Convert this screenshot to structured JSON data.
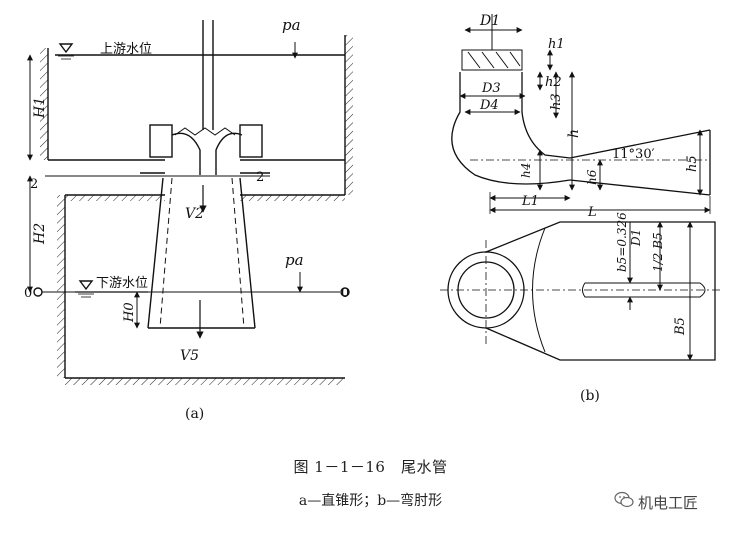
{
  "panel_a": {
    "label": "(a)",
    "upstream_level": "上游水位",
    "downstream_level": "下游水位",
    "pa_top": "pa",
    "pa_right": "pa",
    "h1": "H1",
    "h2": "H2",
    "h0": "H0",
    "v2": "V2",
    "v5": "V5",
    "sec_left": "2",
    "sec_right": "2",
    "zero_left": "0",
    "zero_right": "0"
  },
  "panel_b": {
    "label": "(b)",
    "d1": "D1",
    "d3": "D3",
    "d4": "D4",
    "h1": "h1",
    "h2": "h2",
    "h3": "h3",
    "h": "h",
    "h4": "h4",
    "h5": "h5",
    "h6": "h6",
    "angle": "11°30′",
    "l1": "L1",
    "l": "L",
    "b5": "B5",
    "b5_formula_line1": "b5=0.326",
    "b5_formula_line2": "D1",
    "half_b5": "1/2 B5"
  },
  "caption": {
    "title": "图 1－1－16　尾水管",
    "subtitle": "a—直锥形；b—弯肘形"
  },
  "watermark": {
    "text": "机电工匠",
    "icon": "wechat-icon"
  }
}
